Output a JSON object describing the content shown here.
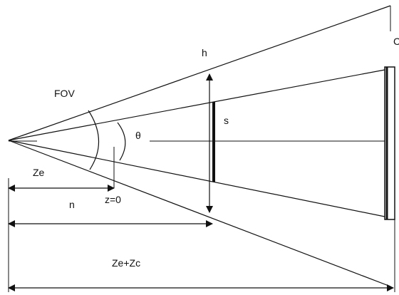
{
  "labels": {
    "fov": "FOV",
    "h": "h",
    "s": "s",
    "theta": "θ",
    "ze": "Ze",
    "z0": "z=0",
    "n": "n",
    "ze_zc": "Ze+Zc",
    "c_partial": "C"
  }
}
